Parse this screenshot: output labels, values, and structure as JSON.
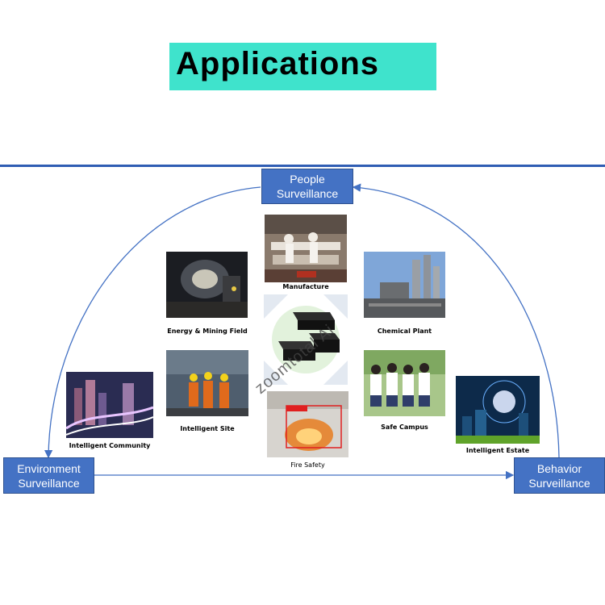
{
  "title": "Applications",
  "nodes": {
    "people": "People\nSurveillance",
    "environment": "Environment\nSurveillance",
    "behavior": "Behavior\nSurveillance"
  },
  "captions": {
    "manufacture": "Manufacture",
    "energy": "Energy & Mining Field",
    "chemical": "Chemical Plant",
    "site": "Intelligent Site",
    "campus": "Safe Campus",
    "community": "Intelligent Community",
    "fire": "Fire Safety",
    "estate": "Intelligent Estate"
  },
  "watermark": "zoomtotal Ai",
  "colors": {
    "title_bg": "#3fe3cc",
    "node_fill": "#4472c4",
    "arrow": "#4472c4",
    "rule": "#2f5db3"
  }
}
